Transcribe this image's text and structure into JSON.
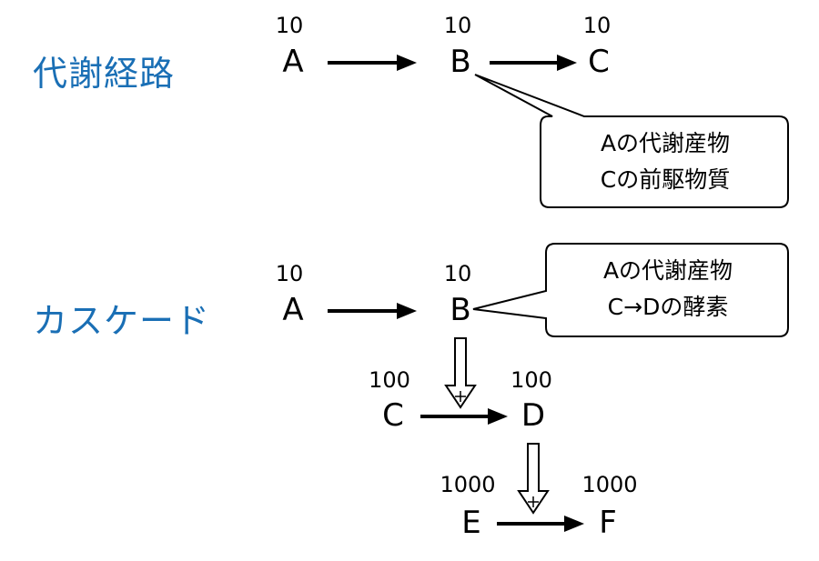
{
  "colors": {
    "title": "#1a6fb5",
    "arrow": "#000000",
    "callout_fill": "#ffffff",
    "callout_border": "#000000"
  },
  "metabolic": {
    "title": "代謝経路",
    "nodes": [
      {
        "label": "A",
        "value": "10"
      },
      {
        "label": "B",
        "value": "10"
      },
      {
        "label": "C",
        "value": "10"
      }
    ],
    "callout": {
      "line1": "Aの代謝産物",
      "line2": "Cの前駆物質"
    }
  },
  "cascade": {
    "title": "カスケード",
    "nodes": [
      {
        "label": "A",
        "value": "10"
      },
      {
        "label": "B",
        "value": "10"
      },
      {
        "label": "C",
        "value": "100"
      },
      {
        "label": "D",
        "value": "100"
      },
      {
        "label": "E",
        "value": "1000"
      },
      {
        "label": "F",
        "value": "1000"
      }
    ],
    "callout": {
      "line1": "Aの代謝産物",
      "line2": "C→Dの酵素"
    }
  }
}
